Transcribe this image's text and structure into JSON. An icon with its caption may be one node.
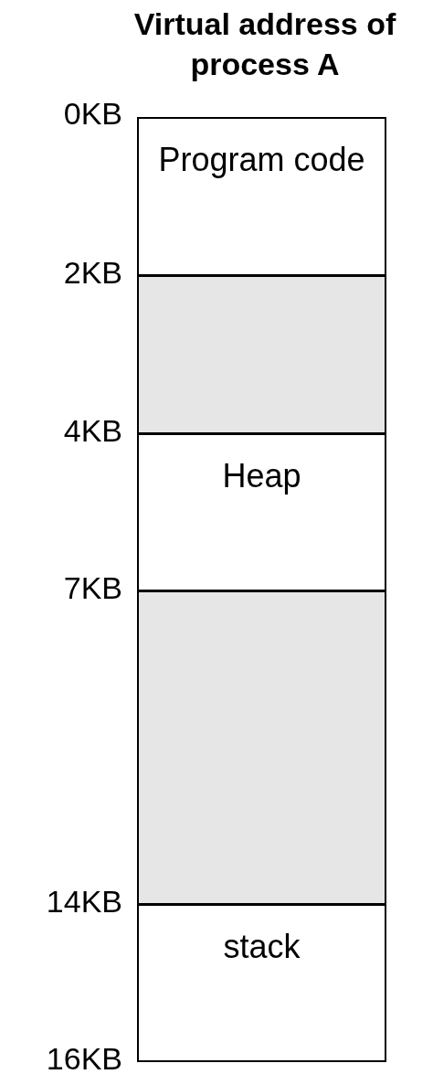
{
  "diagram": {
    "title": "Virtual address of process A",
    "nodes": [
      {
        "text": [
          "Program code"
        ]
      },
      {
        "text": [],
        "shape": "box"
      },
      {
        "text": [
          "Heap"
        ]
      },
      {
        "text": [],
        "shape": "box"
      },
      {
        "text": [
          "stack"
        ]
      }
    ],
    "labels": [
      "0KB",
      "2KB",
      "4KB",
      "7KB",
      "14KB",
      "16KB"
    ]
  }
}
